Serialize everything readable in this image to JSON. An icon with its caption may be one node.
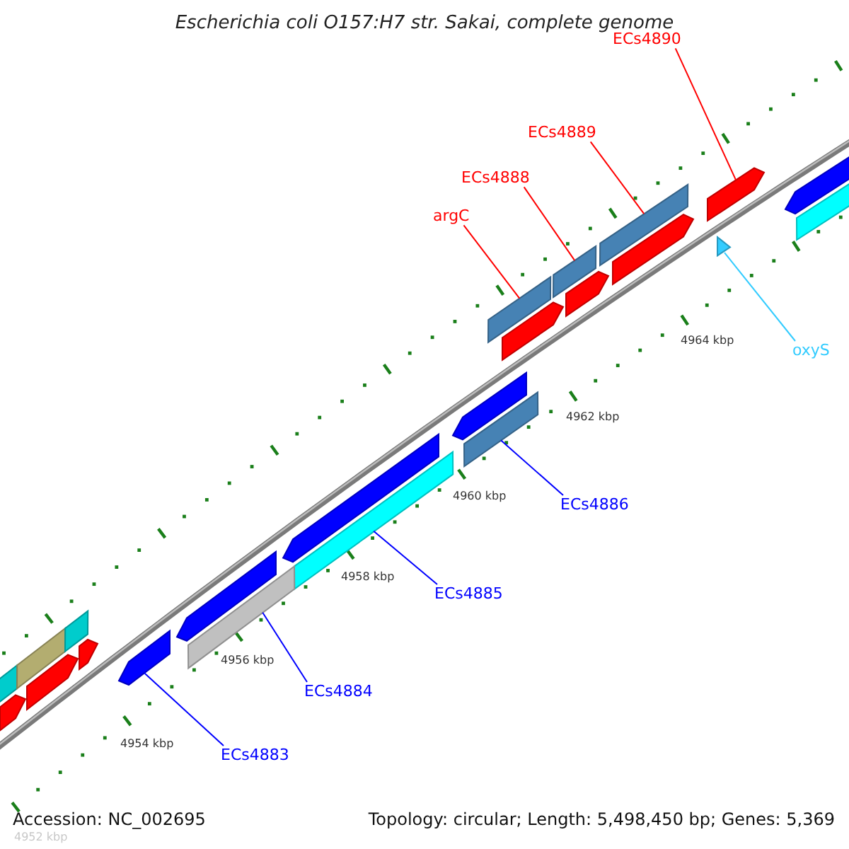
{
  "diagram": {
    "title": "Escherichia coli O157:H7 str. Sakai, complete genome",
    "nodes": [
      {
        "text": [
          "ECs4890"
        ]
      },
      {
        "text": [
          "ECs4889"
        ]
      },
      {
        "text": [
          "ECs4888"
        ]
      },
      {
        "text": [
          "argC"
        ]
      },
      {
        "text": [
          "oxyS"
        ]
      },
      {
        "text": [
          "ECs4886"
        ]
      },
      {
        "text": [
          "ECs4885"
        ]
      },
      {
        "text": [
          "ECs4884"
        ]
      },
      {
        "text": [
          "ECs4883"
        ]
      },
      {
        "text": [],
        "shape": "arrow"
      },
      {
        "text": [],
        "shape": "bar"
      },
      {
        "text": [],
        "shape": "bar"
      },
      {
        "text": [],
        "shape": "bar"
      },
      {
        "text": [],
        "shape": "triangle"
      },
      {
        "text": [],
        "shape": "bar"
      },
      {
        "text": [],
        "shape": "bar"
      },
      {
        "text": [],
        "shape": "bar"
      },
      {
        "text": [],
        "shape": "arrow"
      },
      {
        "text": [],
        "shape": "arrow"
      },
      {
        "text": [],
        "shape": "arrow"
      },
      {
        "text": [],
        "shape": "arrow"
      },
      {
        "text": [],
        "shape": "arrow"
      },
      {
        "text": [],
        "shape": "arrow"
      },
      {
        "text": [],
        "shape": "arrow"
      },
      {
        "text": [],
        "shape": "bar"
      },
      {
        "text": [],
        "shape": "bar"
      },
      {
        "text": [],
        "shape": "bar"
      },
      {
        "text": [],
        "shape": "arrow"
      },
      {
        "text": [],
        "shape": "arrow"
      },
      {
        "text": [],
        "shape": "arrow"
      },
      {
        "text": [],
        "shape": "arrow"
      },
      {
        "text": [],
        "shape": "bar"
      }
    ],
    "edges": [
      {
        "from": 0,
        "to": 9,
        "arrow": "none",
        "color": "#ff0000"
      },
      {
        "from": 1,
        "to": 10,
        "arrow": "none",
        "color": "#ff0000"
      },
      {
        "from": 2,
        "to": 11,
        "arrow": "none",
        "color": "#ff0000"
      },
      {
        "from": 3,
        "to": 12,
        "arrow": "none",
        "color": "#ff0000"
      },
      {
        "from": 4,
        "to": 13,
        "arrow": "none",
        "color": "#33ccff"
      },
      {
        "from": 5,
        "to": 14,
        "arrow": "none",
        "color": "#0000ff"
      },
      {
        "from": 6,
        "to": 15,
        "arrow": "none",
        "color": "#0000ff"
      },
      {
        "from": 7,
        "to": 16,
        "arrow": "none",
        "color": "#0000ff"
      },
      {
        "from": 8,
        "to": 17,
        "arrow": "none",
        "color": "#0000ff"
      }
    ],
    "labels": [
      "4964 kbp",
      "4962 kbp",
      "4960 kbp",
      "4958 kbp",
      "4956 kbp",
      "4954 kbp",
      "Accession: NC_002695",
      "Topology: circular; Length: 5,498,450 bp; Genes: 5,369",
      "4952 kbp"
    ]
  }
}
